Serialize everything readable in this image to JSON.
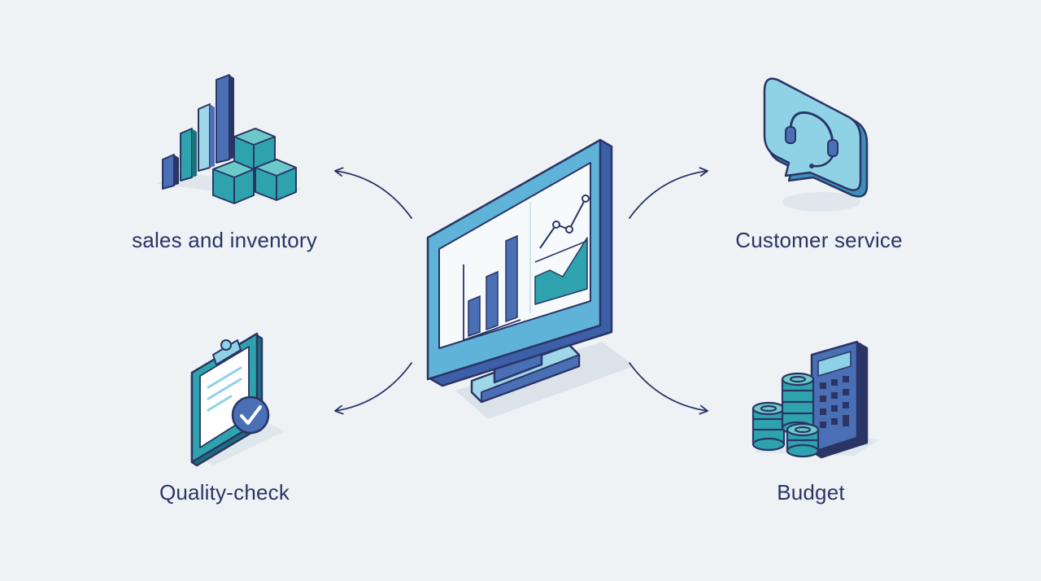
{
  "diagram": {
    "center": {
      "icon": "computer-monitor-dashboard-icon"
    },
    "nodes": [
      {
        "id": "sales",
        "label": "sales and inventory",
        "icon": "bar-chart-and-boxes-icon"
      },
      {
        "id": "customer_service",
        "label": "Customer service",
        "icon": "headset-chat-bubble-icon"
      },
      {
        "id": "quality",
        "label": "Quality-check",
        "icon": "clipboard-check-icon"
      },
      {
        "id": "budget",
        "label": "Budget",
        "icon": "coins-calculator-icon"
      }
    ]
  },
  "colors": {
    "background": "#eef2f4",
    "navy": "#2a3566",
    "blue": "#4a6fb5",
    "teal": "#2fa3ad",
    "light_blue": "#8fd2e6",
    "sky": "#5fb3d9"
  }
}
